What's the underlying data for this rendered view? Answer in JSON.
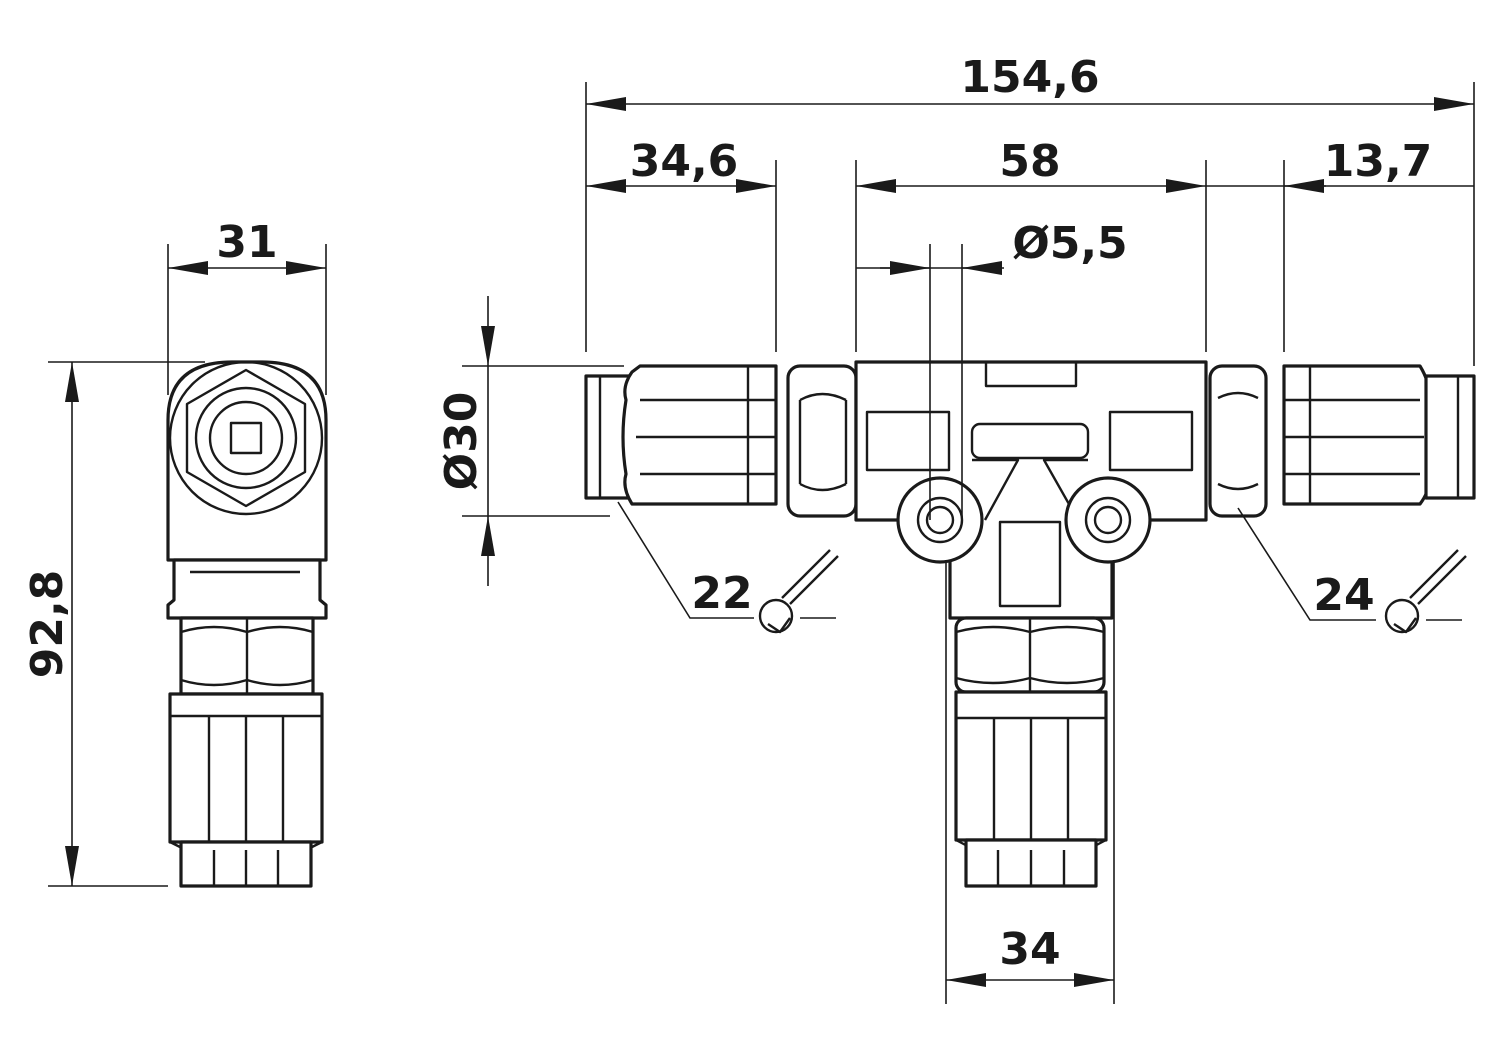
{
  "dimensions": {
    "overall_length": "154,6",
    "left_coupling_length": "34,6",
    "center_span": "58",
    "right_coupling_length": "13,7",
    "mounting_hole": "Ø5,5",
    "diameter": "Ø30",
    "side_width": "31",
    "side_height": "92,8",
    "bottom_width": "34",
    "wrench_left": "22",
    "wrench_right": "24"
  }
}
